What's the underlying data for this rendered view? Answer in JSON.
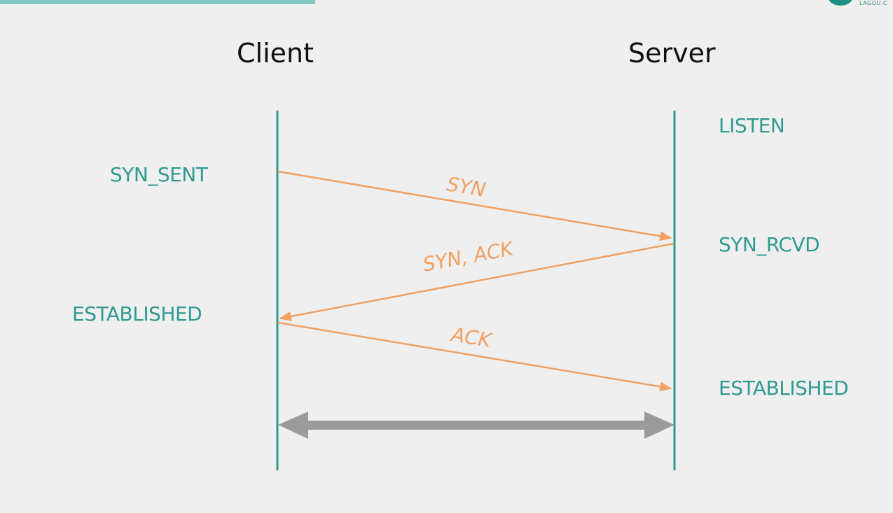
{
  "header": {
    "logo_text": "LAGOU.C"
  },
  "endpoints": {
    "client": "Client",
    "server": "Server"
  },
  "client_states": {
    "syn_sent": "SYN_SENT",
    "established": "ESTABLISHED"
  },
  "server_states": {
    "listen": "LISTEN",
    "syn_rcvd": "SYN_RCVD",
    "established": "ESTABLISHED"
  },
  "messages": {
    "syn": "SYN",
    "syn_ack": "SYN, ACK",
    "ack": "ACK"
  },
  "colors": {
    "lifeline": "#2e9a8f",
    "state_text": "#2f9a90",
    "message": "#f0a163",
    "connection_arrow": "#9a9a9a",
    "background": "#efefef"
  }
}
